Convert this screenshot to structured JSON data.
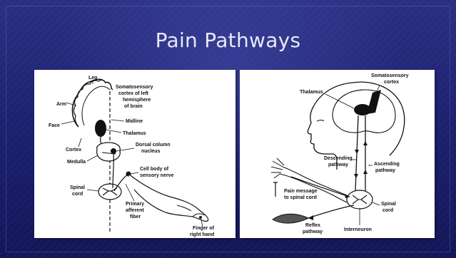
{
  "slide": {
    "title": "Pain Pathways"
  },
  "left_diagram": {
    "labels": {
      "leg": "Leg",
      "somatosensory_1": "Somatosensory",
      "somatosensory_2": "cortex of left",
      "somatosensory_3": "hemisphere",
      "somatosensory_4": "of brain",
      "arm": "Arm",
      "midline": "Midline",
      "face": "Face",
      "thalamus": "Thalamus",
      "cortex": "Cortex",
      "dorsal_1": "Dorsal column",
      "dorsal_2": "nucleus",
      "medulla": "Medulla",
      "cell_body_1": "Cell body of",
      "cell_body_2": "sensory nerve",
      "spinal_1": "Spinal",
      "spinal_2": "cord",
      "primary_1": "Primary",
      "primary_2": "afferent",
      "primary_3": "fiber",
      "finger_1": "Finger of",
      "finger_2": "right hand"
    }
  },
  "right_diagram": {
    "labels": {
      "somatosensory_1": "Somatosensory",
      "somatosensory_2": "cortex",
      "thalamus": "Thalamus",
      "descending_1": "Descending",
      "descending_2": "pathway",
      "ascending_1": "Ascending",
      "ascending_2": "pathway",
      "pain_msg_1": "Pain message",
      "pain_msg_2": "to spinal cord",
      "spinal_1": "Spinal",
      "spinal_2": "cord",
      "reflex_1": "Reflex",
      "reflex_2": "pathway",
      "interneuron": "Interneuron"
    }
  }
}
